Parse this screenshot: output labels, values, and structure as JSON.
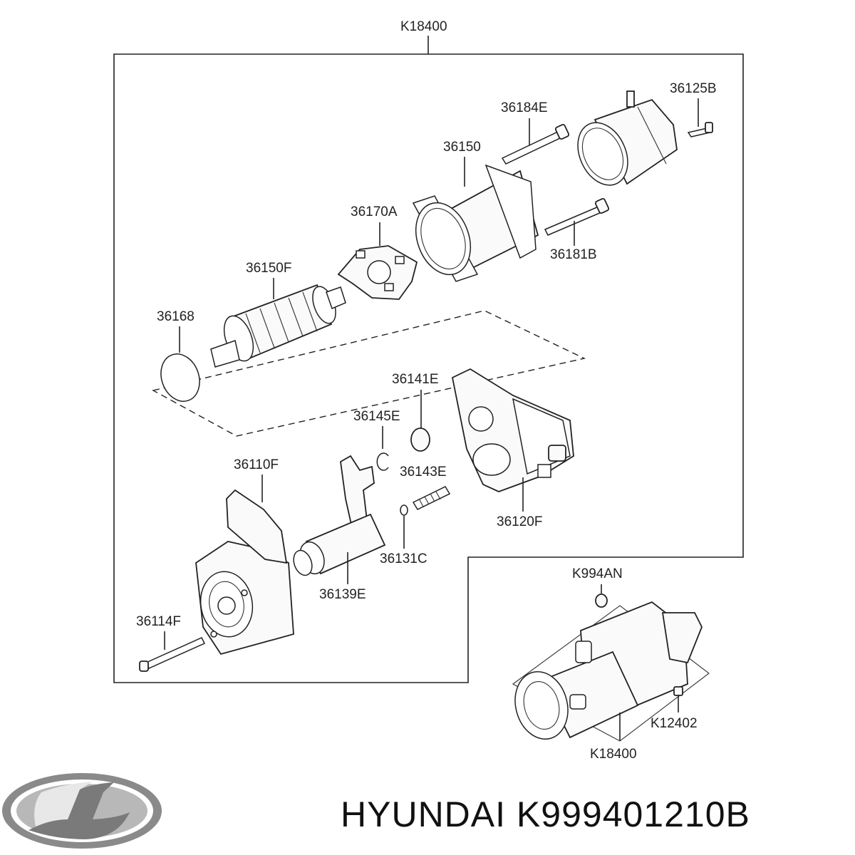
{
  "labels": {
    "assembly_top": "K18400",
    "bolt_36125B": "36125B",
    "bolt_36184E": "36184E",
    "yoke_36150": "36150",
    "brush_holder_36170A": "36170A",
    "bolt_36181B": "36181B",
    "armature_36150F": "36150F",
    "ring_36168": "36168",
    "gear_36141E": "36141E",
    "clip_36145E": "36145E",
    "housing_36110F": "36110F",
    "spring_36143E": "36143E",
    "housing_36120F": "36120F",
    "ring_36131C": "36131C",
    "clutch_36139E": "36139E",
    "bolt_36114F": "36114F",
    "nut_K994AN": "K994AN",
    "bolt_K12402": "K12402",
    "assembly_bottom": "K18400"
  },
  "brand": {
    "name": "HYUNDAI K999401210B",
    "logo": "hyundai-logo"
  }
}
